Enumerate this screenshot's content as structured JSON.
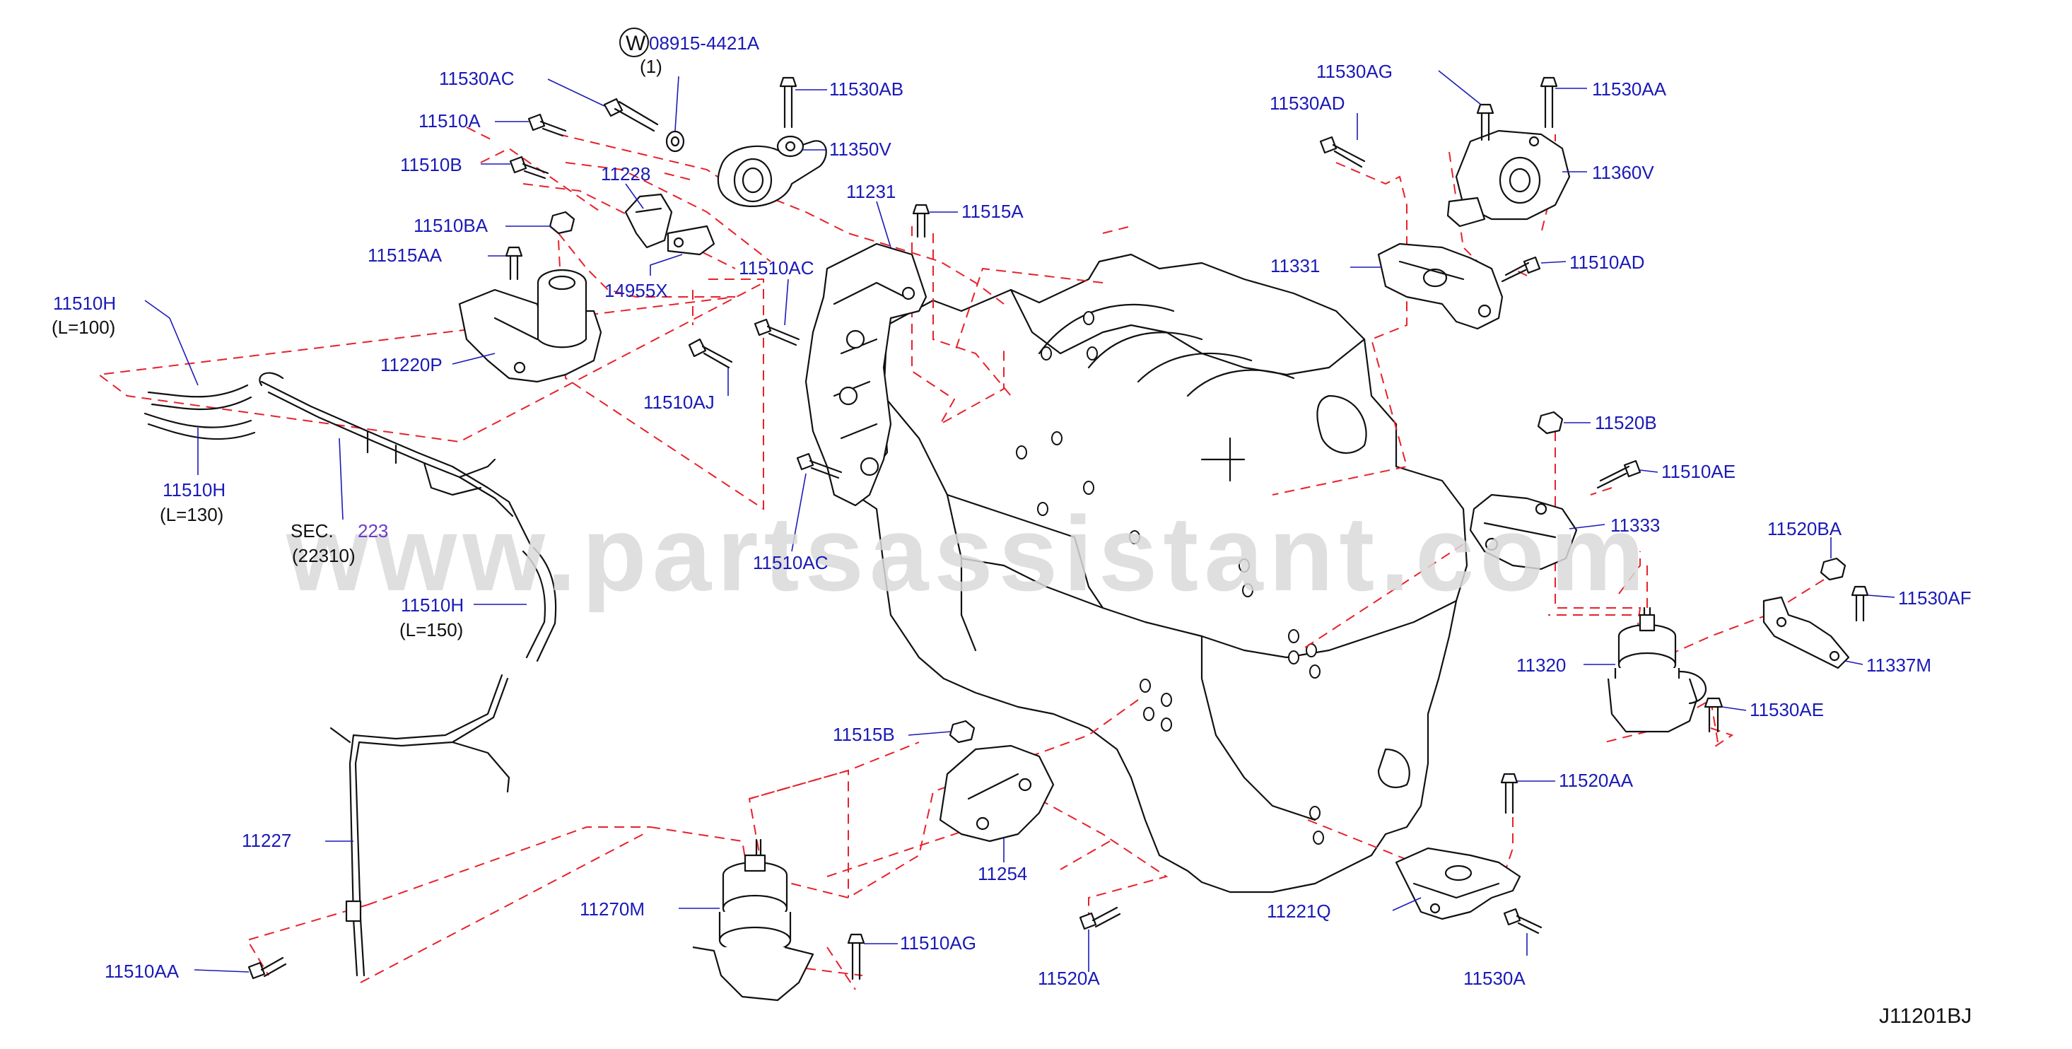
{
  "watermark": "www.partsassistant.com",
  "diagram_code": "J11201BJ",
  "washer_symbol": "W",
  "sec_label": {
    "prefix": "SEC.",
    "number": "223",
    "sub": "(22310)"
  },
  "parts": {
    "p08915": "08915-4421A",
    "p08915_qty": "(1)",
    "p11530AC": "11530AC",
    "p11530AB": "11530AB",
    "p11510A": "11510A",
    "p11350V": "11350V",
    "p11510B": "11510B",
    "p11228": "11228",
    "p11231": "11231",
    "p11515A": "11515A",
    "p11510BA": "11510BA",
    "p11515AA": "11515AA",
    "p14955X": "14955X",
    "p11510AC_top": "11510AC",
    "p11510H_1": "11510H",
    "p11510H_1_len": "(L=100)",
    "p11220P": "11220P",
    "p11510AJ": "11510AJ",
    "p11510H_2": "11510H",
    "p11510H_2_len": "(L=130)",
    "p11510AC_bot": "11510AC",
    "p11510H_3": "11510H",
    "p11510H_3_len": "(L=150)",
    "p11530AG": "11530AG",
    "p11530AA": "11530AA",
    "p11530AD": "11530AD",
    "p11360V": "11360V",
    "p11331": "11331",
    "p11510AD": "11510AD",
    "p11520B": "11520B",
    "p11510AE": "11510AE",
    "p11333": "11333",
    "p11520BA": "11520BA",
    "p11530AF": "11530AF",
    "p11320": "11320",
    "p11337M": "11337M",
    "p11530AE": "11530AE",
    "p11520AA": "11520AA",
    "p11515B": "11515B",
    "p11254": "11254",
    "p11227": "11227",
    "p11270M": "11270M",
    "p11510AG": "11510AG",
    "p11510AA": "11510AA",
    "p11520A": "11520A",
    "p11221Q": "11221Q",
    "p11530A": "11530A"
  }
}
